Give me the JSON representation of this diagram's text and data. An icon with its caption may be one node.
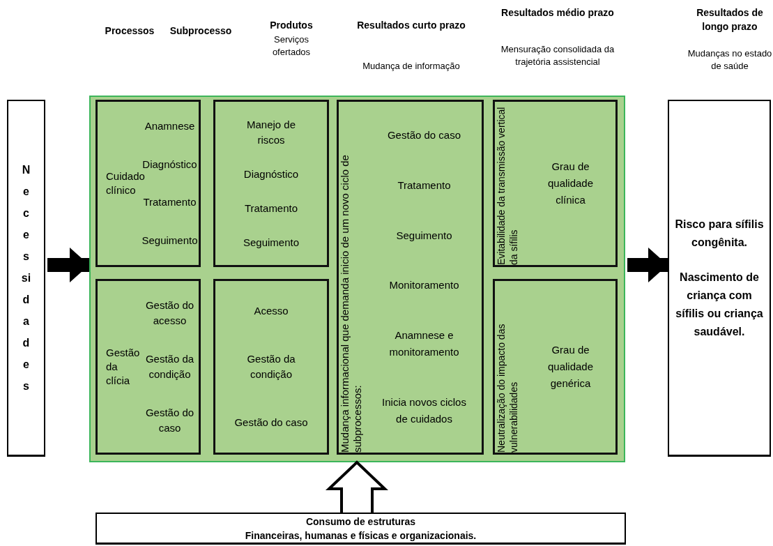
{
  "diagram": {
    "nodes": [
      {
        "text": [
          "Necessidades"
        ]
      },
      {
        "text": [],
        "shape": "box"
      },
      {
        "text": [
          "Cuidado clínico",
          "Anamnese",
          "Diagnóstico",
          "Tratamento",
          "Seguimento"
        ],
        "in": 1
      },
      {
        "text": [
          "Gestão da clícia",
          "Gestão do acesso",
          "Gestão da condição",
          "Gestão do caso"
        ],
        "in": 1
      },
      {
        "text": [
          "Manejo de riscos",
          "Diagnóstico",
          "Tratamento",
          "Seguimento"
        ],
        "in": 1
      },
      {
        "text": [
          "Acesso",
          "Gestão da condição",
          "Gestão do caso"
        ],
        "in": 1
      },
      {
        "text": [
          "Mudança informacional que demanda inicio de um novo ciclo de subprocessos:",
          "Gestão do caso",
          "Tratamento",
          "Seguimento",
          "Monitoramento",
          "Anamnese e monitoramento",
          "Inicia novos ciclos de cuidados"
        ],
        "in": 1
      },
      {
        "text": [
          "Evitabilidade da transmissão vertical da sífilis",
          "Grau de qualidade clínica"
        ],
        "in": 1
      },
      {
        "text": [
          "Neutralização do impacto das vulnerabilidades",
          "Grau de qualidade genérica"
        ],
        "in": 1
      },
      {
        "text": [
          "Risco para sífilis congênita.",
          "Nascimento de criança com sífilis ou criança saudável."
        ]
      },
      {
        "text": [
          "Consumo de estruturas",
          "Financeiras, humanas e físicas e organizacionais."
        ]
      }
    ],
    "edges": [
      {
        "from": 0,
        "to": 1,
        "arrow": "to"
      },
      {
        "from": 1,
        "to": 9,
        "arrow": "to"
      },
      {
        "from": 10,
        "to": 1,
        "arrow": "to"
      }
    ],
    "labels": [
      "Processos",
      "Subprocesso",
      "Produtos",
      "Serviços ofertados",
      "Resultados curto prazo",
      "Mudança de informação",
      "Resultados médio prazo",
      "Mensuração consolidada da trajetória assistencial",
      "Resultados de longo prazo",
      "Mudanças no estado de saúde"
    ]
  }
}
